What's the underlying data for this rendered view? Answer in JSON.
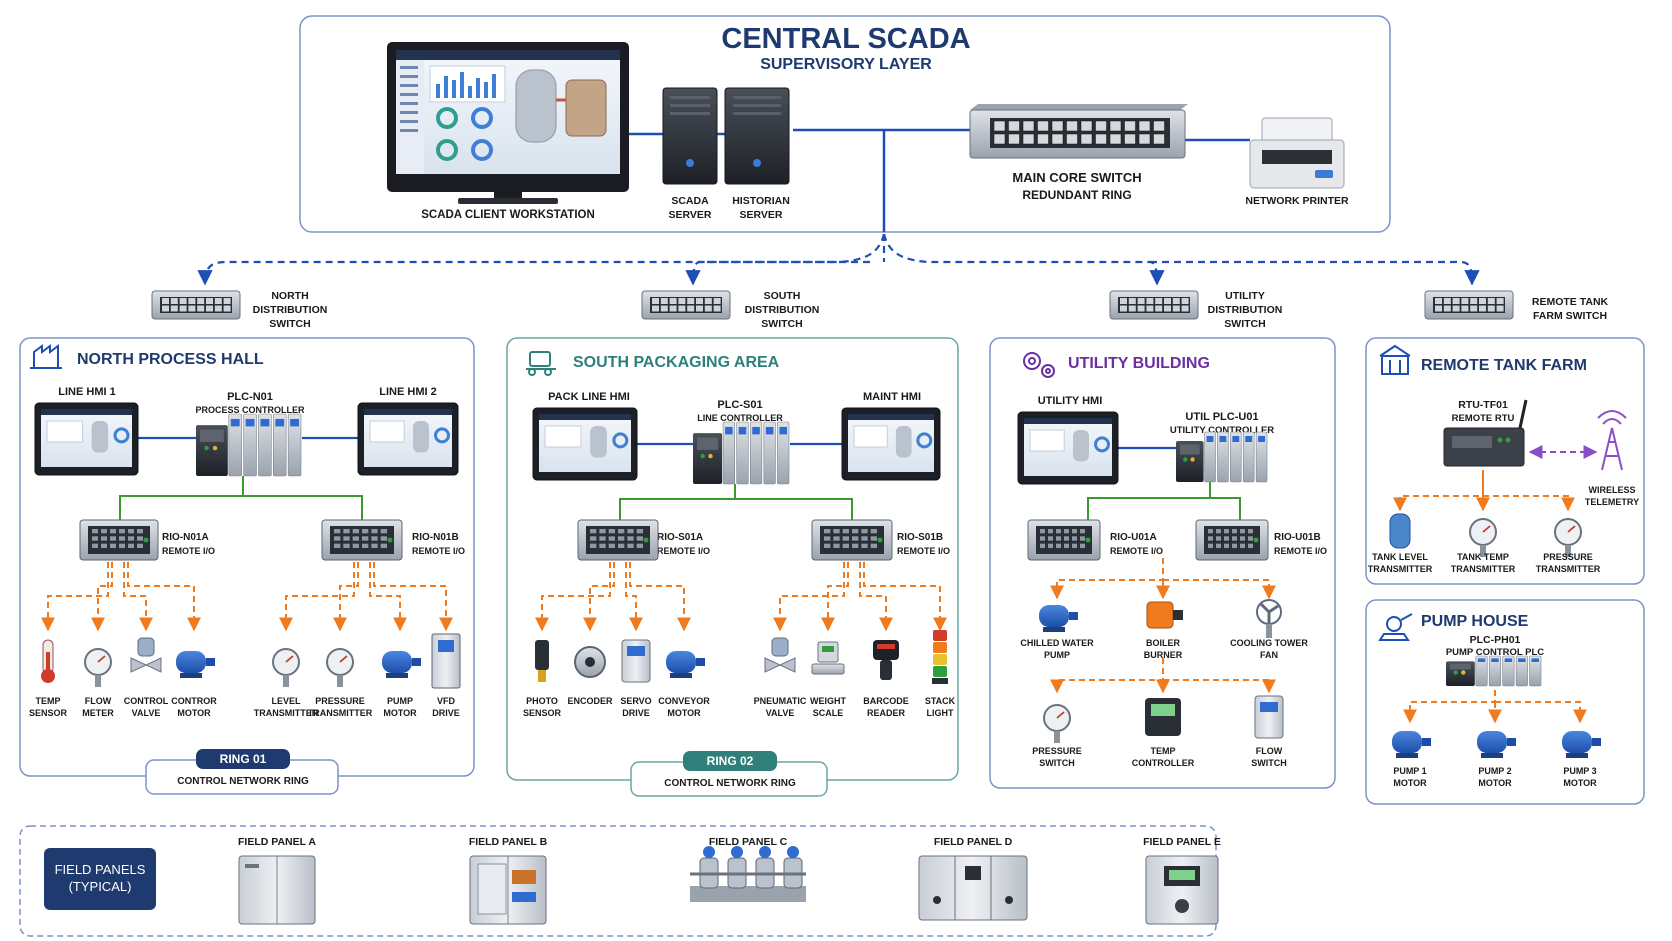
{
  "central": {
    "title": "CENTRAL SCADA",
    "subtitle": "SUPERVISORY LAYER",
    "workstation": "SCADA CLIENT WORKSTATION",
    "scada_server": [
      "SCADA",
      "SERVER"
    ],
    "historian_server": [
      "HISTORIAN",
      "SERVER"
    ],
    "core_switch": [
      "MAIN CORE SWITCH",
      "REDUNDANT RING"
    ],
    "printer": "NETWORK PRINTER"
  },
  "dist_switches": [
    {
      "lines": [
        "NORTH",
        "DISTRIBUTION",
        "SWITCH"
      ]
    },
    {
      "lines": [
        "SOUTH",
        "DISTRIBUTION",
        "SWITCH"
      ]
    },
    {
      "lines": [
        "UTILITY",
        "DISTRIBUTION",
        "SWITCH"
      ]
    },
    {
      "lines": [
        "REMOTE TANK",
        "FARM SWITCH"
      ]
    }
  ],
  "north": {
    "title": "NORTH PROCESS HALL",
    "hmi1": "LINE HMI 1",
    "hmi2": "LINE HMI 2",
    "plc": [
      "PLC-N01",
      "PROCESS CONTROLLER"
    ],
    "rio_a": [
      "RIO-N01A",
      "REMOTE I/O"
    ],
    "rio_b": [
      "RIO-N01B",
      "REMOTE I/O"
    ],
    "devices": [
      [
        "TEMP",
        "SENSOR"
      ],
      [
        "FLOW",
        "METER"
      ],
      [
        "CONTROL",
        "VALVE"
      ],
      [
        "CONTROR",
        "MOTOR"
      ],
      [
        "LEVEL",
        "TRANSMITTER"
      ],
      [
        "PRESSURE",
        "TRANSMITTER"
      ],
      [
        "PUMP",
        "MOTOR"
      ],
      [
        "VFD",
        "DRIVE"
      ]
    ],
    "ring_tag": "RING 01",
    "ring_label": "CONTROL NETWORK RING"
  },
  "south": {
    "title": "SOUTH PACKAGING AREA",
    "hmi1": "PACK LINE HMI",
    "hmi2": "MAINT HMI",
    "plc": [
      "PLC-S01",
      "LINE CONTROLLER"
    ],
    "rio_a": [
      "RIO-S01A",
      "REMOTE I/O"
    ],
    "rio_b": [
      "RIO-S01B",
      "REMOTE I/O"
    ],
    "devices": [
      [
        "PHOTO",
        "SENSOR"
      ],
      [
        "ENCODER"
      ],
      [
        "SERVO",
        "DRIVE"
      ],
      [
        "CONVEYOR",
        "MOTOR"
      ],
      [
        "PNEUMATIC",
        "VALVE"
      ],
      [
        "WEIGHT",
        "SCALE"
      ],
      [
        "BARCODE",
        "READER"
      ],
      [
        "STACK",
        "LIGHT"
      ]
    ],
    "ring_tag": "RING 02",
    "ring_label": "CONTROL NETWORK RING"
  },
  "utility": {
    "title": "UTILITY BUILDING",
    "hmi": "UTILITY HMI",
    "plc": [
      "UTIL PLC-U01",
      "UTILITY CONTROLLER"
    ],
    "rio_a": [
      "RIO-U01A",
      "REMOTE I/O"
    ],
    "rio_b": [
      "RIO-U01B",
      "REMOTE I/O"
    ],
    "devices_top": [
      [
        "CHILLED WATER",
        "PUMP"
      ],
      [
        "BOILER",
        "BURNER"
      ],
      [
        "COOLING TOWER",
        "FAN"
      ]
    ],
    "devices_bottom": [
      [
        "PRESSURE",
        "SWITCH"
      ],
      [
        "TEMP",
        "CONTROLLER"
      ],
      [
        "FLOW",
        "SWITCH"
      ]
    ]
  },
  "tank_farm": {
    "title": "REMOTE TANK FARM",
    "rtu": [
      "RTU-TF01",
      "REMOTE RTU"
    ],
    "wireless": [
      "WIRELESS",
      "TELEMETRY"
    ],
    "devices": [
      [
        "TANK LEVEL",
        "TRANSMITTER"
      ],
      [
        "TANK TEMP",
        "TRANSMITTER"
      ],
      [
        "PRESSURE",
        "TRANSMITTER"
      ]
    ]
  },
  "pump_house": {
    "title": "PUMP HOUSE",
    "plc": [
      "PLC-PH01",
      "PUMP CONTROL PLC"
    ],
    "devices": [
      [
        "PUMP 1",
        "MOTOR"
      ],
      [
        "PUMP 2",
        "MOTOR"
      ],
      [
        "PUMP 3",
        "MOTOR"
      ]
    ]
  },
  "field_panels": {
    "badge": [
      "FIELD PANELS",
      "(TYPICAL)"
    ],
    "panels": [
      "FIELD PANEL A",
      "FIELD PANEL B",
      "FIELD PANEL C",
      "FIELD PANEL D",
      "FIELD PANEL E"
    ]
  },
  "colors": {
    "navy": "#1e3a6e",
    "network_blue": "#1f4fb5",
    "ethernet_green": "#3a9a2f",
    "field_orange": "#f07b1f",
    "teal": "#2f7f7a",
    "purple": "#6b2fa0",
    "wireless_purple": "#8a4fc8",
    "panel_border": "#8aa0c8"
  }
}
